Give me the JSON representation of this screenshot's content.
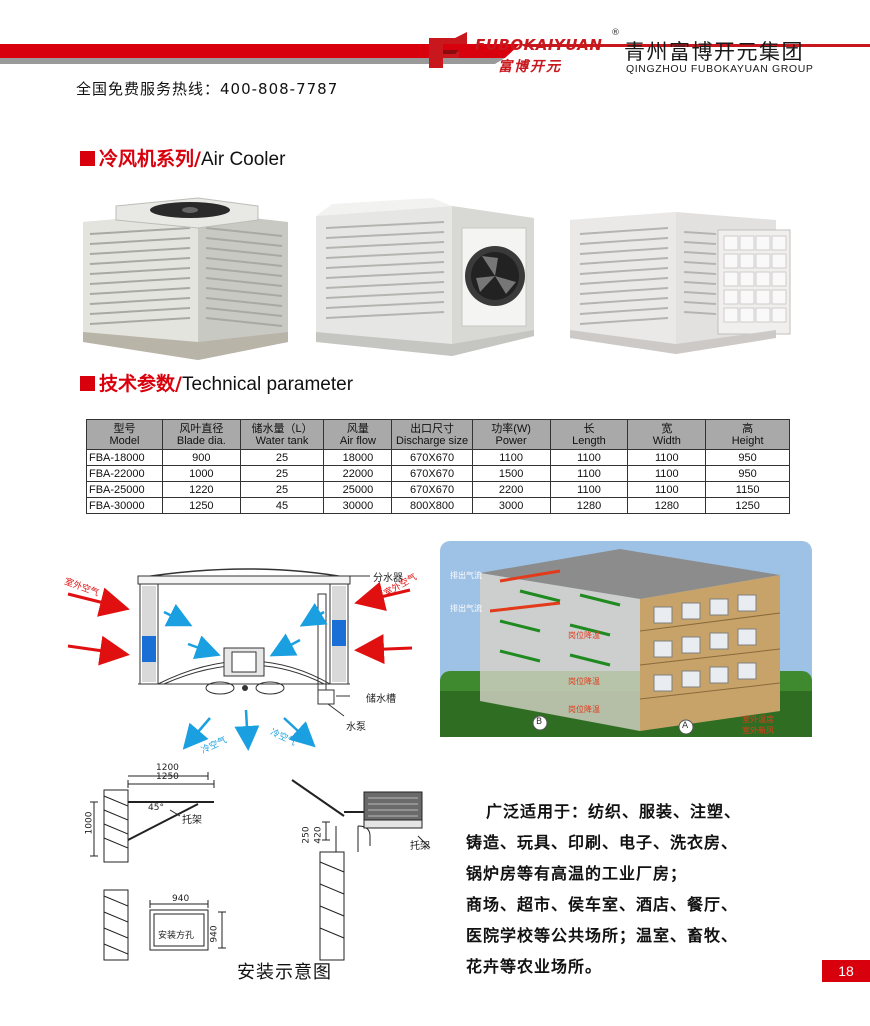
{
  "header": {
    "brand_en": "FUBOKAIYUAN",
    "brand_reg": "®",
    "brand_cn": "富博开元",
    "group_cn": "青州富博开元集团",
    "group_en": "QINGZHOU FUBOKAYUAN GROUP",
    "hotline": "全国免费服务热线：400-808-7787",
    "accent_color": "#d9000d",
    "logo_icon": "fubokaiyuan-logo-icon"
  },
  "section1": {
    "cn": "冷风机系列/",
    "en": "Air Cooler"
  },
  "section2": {
    "cn": "技术参数/",
    "en": "Technical parameter"
  },
  "table": {
    "headers": [
      {
        "cn": "型号",
        "en": "Model"
      },
      {
        "cn": "风叶直径",
        "en": "Blade dia."
      },
      {
        "cn": "储水量（L）",
        "en": "Water tank"
      },
      {
        "cn": "风量",
        "en": "Air flow"
      },
      {
        "cn": "出口尺寸",
        "en": "Discharge size"
      },
      {
        "cn": "功率(W)",
        "en": "Power"
      },
      {
        "cn": "长",
        "en": "Length"
      },
      {
        "cn": "宽",
        "en": "Width"
      },
      {
        "cn": "高",
        "en": "Height"
      }
    ],
    "rows": [
      [
        "FBA-18000",
        "900",
        "25",
        "18000",
        "670X670",
        "1100",
        "1100",
        "1100",
        "950"
      ],
      [
        "FBA-22000",
        "1000",
        "25",
        "22000",
        "670X670",
        "1500",
        "1100",
        "1100",
        "950"
      ],
      [
        "FBA-25000",
        "1220",
        "25",
        "25000",
        "670X670",
        "2200",
        "1100",
        "1100",
        "1150"
      ],
      [
        "FBA-30000",
        "1250",
        "45",
        "30000",
        "800X800",
        "3000",
        "1280",
        "1280",
        "1250"
      ]
    ]
  },
  "diagram": {
    "water_distributor": "分水器",
    "outdoor_air_left": "室外空气",
    "outdoor_air_right": "室外空气",
    "water_tank": "储水槽",
    "pump": "水泵",
    "cool_air_left": "冷空气",
    "cool_air_right": "冷空气"
  },
  "building": {
    "exhaust1": "排出气流",
    "exhaust2": "排出气流",
    "station_cool1": "岗位降温",
    "station_cool2": "岗位降温",
    "station_cool3": "岗位降温",
    "outdoor_temp": "室外温度",
    "outdoor_air": "室外新风",
    "marker_a": "A",
    "marker_b": "B"
  },
  "install": {
    "dim_1200": "1200",
    "dim_1250": "1250",
    "dim_45": "45°",
    "dim_1000": "1000",
    "bracket_left": "托架",
    "dim_250": "250",
    "dim_420": "420",
    "bracket_right": "托架",
    "dim_940_h": "940",
    "hole_label": "安装方孔",
    "dim_940_v": "940",
    "caption": "安装示意图"
  },
  "applications": {
    "line1": "广泛适用于：纺织、服装、注塑、",
    "line2": "铸造、玩具、印刷、电子、洗衣房、",
    "line3": "锅炉房等有高温的工业厂房；",
    "line4": "商场、超市、侯车室、酒店、餐厅、",
    "line5": "医院学校等公共场所；温室、畜牧、",
    "line6": "花卉等农业场所。"
  },
  "page_number": "18"
}
